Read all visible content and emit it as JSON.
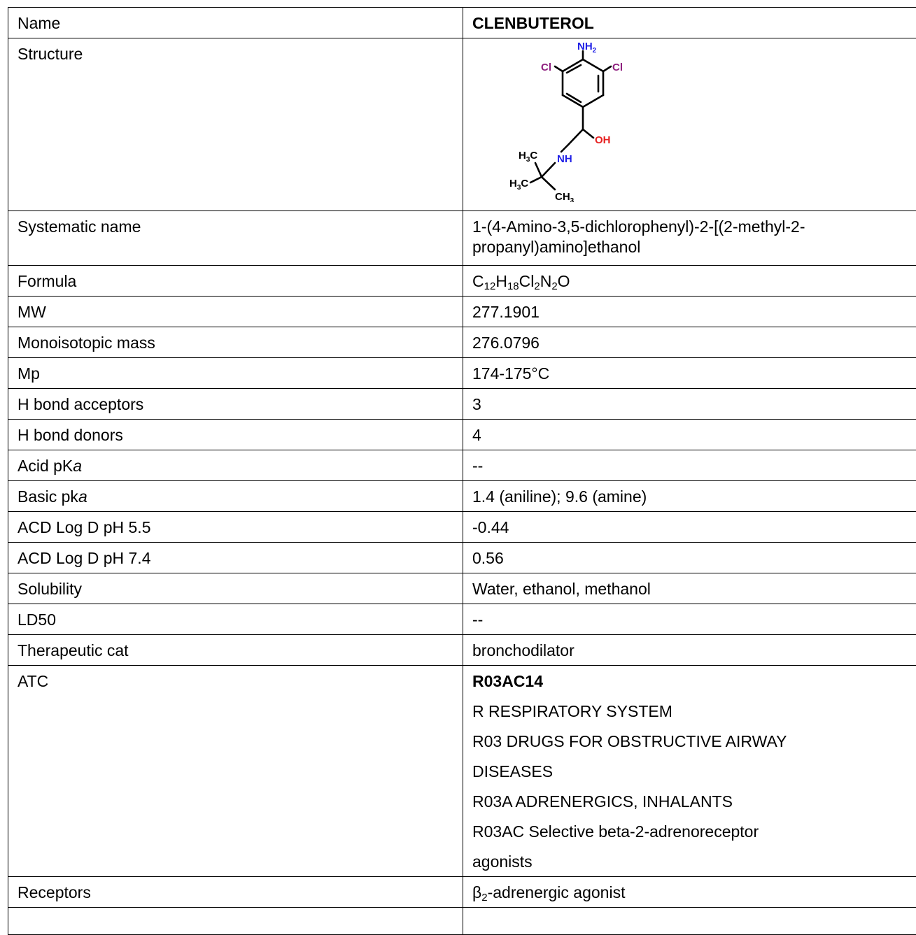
{
  "rows": {
    "name": {
      "label": "Name",
      "value": "CLENBUTEROL"
    },
    "structure": {
      "label": "Structure",
      "atoms": {
        "nh2": "NH",
        "nh2_sub": "2",
        "cl_left": "Cl",
        "cl_right": "Cl",
        "oh": "OH",
        "nh": "NH",
        "h3c_top": "H",
        "h3c_top_sub": "3",
        "h3c_top_c": "C",
        "h3c_bottom": "H",
        "h3c_bottom_sub": "3",
        "h3c_bottom_c": "C",
        "ch3": "CH",
        "ch3_sub": "3"
      },
      "colors": {
        "nitrogen": "#1f1fe6",
        "chlorine": "#8e1e7e",
        "oxygen": "#e61f1f",
        "carbon": "#000000"
      }
    },
    "systematic": {
      "label": "Systematic name",
      "line1": "1-(4-Amino-3,5-dichlorophenyl)-2-[(2-methyl-2-",
      "line2": "propanyl)amino]ethanol"
    },
    "formula": {
      "label": "Formula",
      "c": "C",
      "c_n": "12",
      "h": "H",
      "h_n": "18",
      "cl": "Cl",
      "cl_n": "2",
      "n": "N",
      "n_n": "2",
      "o": "O"
    },
    "mw": {
      "label": "MW",
      "value": "277.1901"
    },
    "mono": {
      "label": "Monoisotopic mass",
      "value": "276.0796"
    },
    "mp": {
      "label": "Mp",
      "value": "174-175°C"
    },
    "hba": {
      "label": "H bond acceptors",
      "value": "3"
    },
    "hbd": {
      "label": "H bond donors",
      "value": "4"
    },
    "acid": {
      "label_pre": "Acid pK",
      "label_it": "a",
      "value": "--"
    },
    "basic": {
      "label_pre": "Basic pk",
      "label_it": "a",
      "value": "1.4 (aniline); 9.6 (amine)"
    },
    "logd55": {
      "label": "ACD Log D pH 5.5",
      "value": "-0.44"
    },
    "logd74": {
      "label": "ACD Log D pH 7.4",
      "value": "0.56"
    },
    "solubility": {
      "label": "Solubility",
      "value": "Water, ethanol, methanol"
    },
    "ld50": {
      "label": "LD50",
      "value": "--"
    },
    "therapeutic": {
      "label": "Therapeutic cat",
      "value": "bronchodilator"
    },
    "atc": {
      "label": "ATC",
      "code": "R03AC14",
      "lines": [
        "R RESPIRATORY SYSTEM",
        "R03 DRUGS FOR OBSTRUCTIVE AIRWAY",
        "DISEASES",
        "R03A ADRENERGICS, INHALANTS",
        "R03AC Selective beta-2-adrenoreceptor",
        "agonists"
      ]
    },
    "receptors": {
      "label": "Receptors",
      "symbol": "β",
      "sub": "2",
      "value": "-adrenergic agonist"
    }
  }
}
